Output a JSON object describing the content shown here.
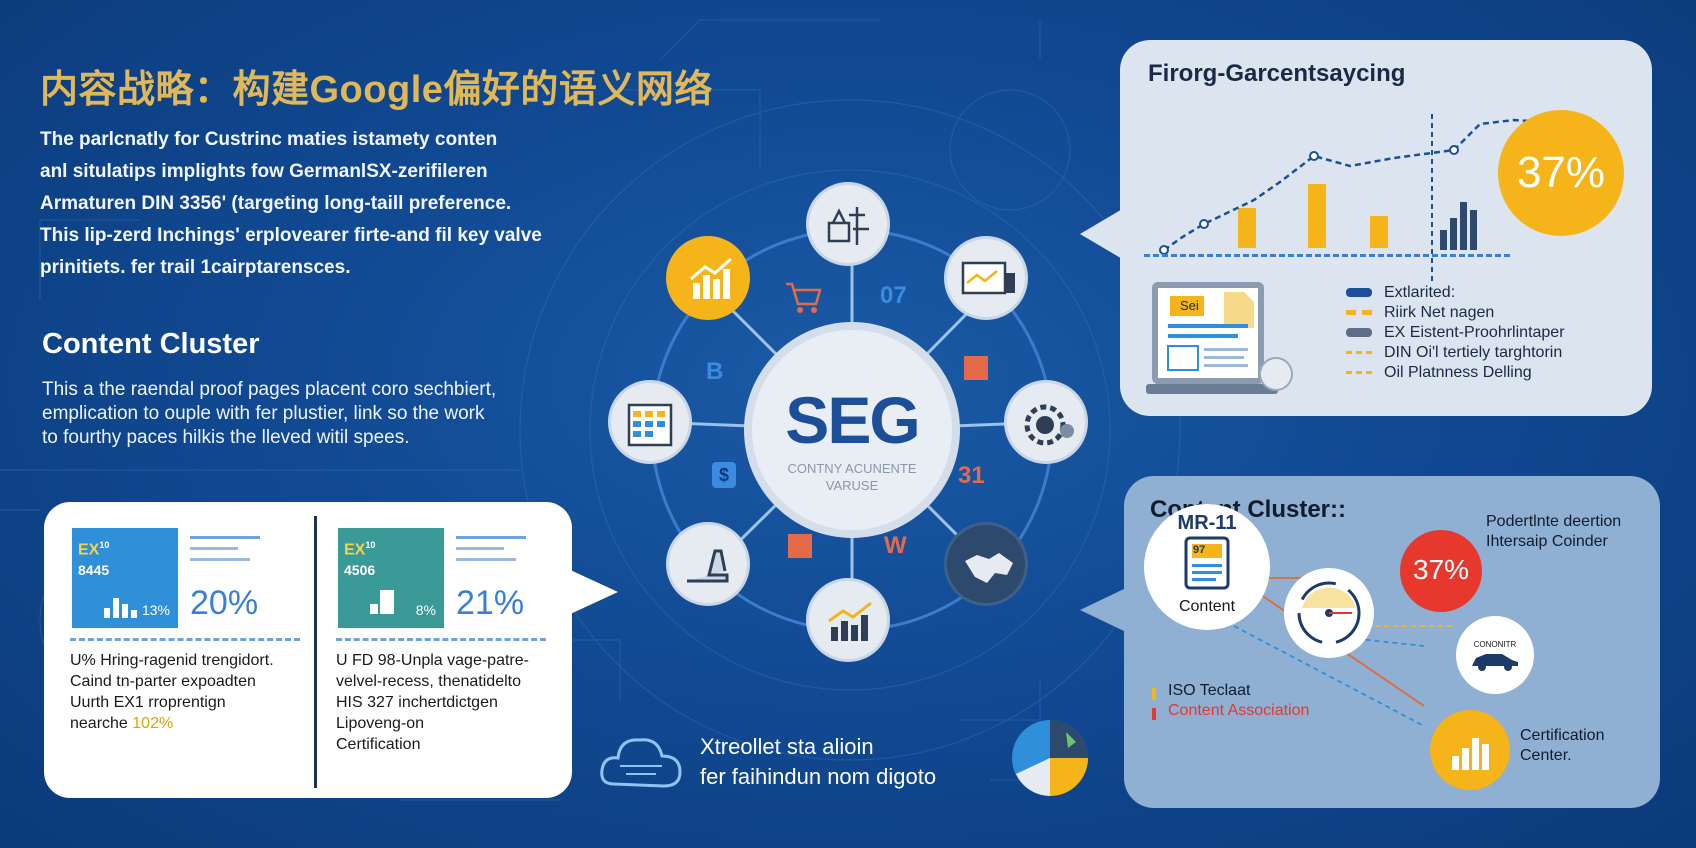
{
  "title": "内容战略：构建Google偏好的语义网络",
  "intro_lines": [
    "The parlcnatly for Custrinc maties istamety conten",
    "anl situlatips implights fow GermanlSX-zerifileren",
    "Armaturen DIN 3356' (targeting long-taill preference.",
    "This lip-zerd Inchings' erplovearer firte-and fil key valve",
    "prinitiets. fer trail 1cairptarensces."
  ],
  "content_cluster": {
    "heading": "Content Cluster",
    "lines": [
      "This a the raendal proof pages placent coro sechbiert,",
      "emplication to ouple with fer plustier, link so the work",
      "to fourthy paces hilkis the lleved witil spees."
    ]
  },
  "card": {
    "left": {
      "code": "EX",
      "code_sup": "10",
      "number": "8445",
      "small_pct": "13%",
      "big_pct": "20%",
      "lines": [
        "U% Hring-ragenid trengidort.",
        "Caind tn-parter expoadten",
        "Uurth EX1 rroprentign",
        "nearche"
      ],
      "highlight": "102%"
    },
    "right": {
      "code": "EX",
      "code_sup": "10",
      "number": "4506",
      "small_pct": "8%",
      "big_pct": "21%",
      "lines": [
        "U FD 98-Unpla vage-patre-",
        "velvel-recess, thenatidelto",
        "HIS 327 inchertdictgen",
        "Lipoveng-on",
        "Certification"
      ]
    }
  },
  "hub": {
    "big": "SEG",
    "small_lines": [
      "CONTNY ACUNENTE",
      "VARUSE"
    ]
  },
  "ring_labels": [
    "07",
    "B",
    "31",
    "W"
  ],
  "ring_icon_labels": [
    "$"
  ],
  "footer": {
    "lines": [
      "Xtreollet sta alioin",
      "fer faihindun nom digoto"
    ]
  },
  "panel_top": {
    "title": "Firorg-Garcentsaycing",
    "percent": "37%",
    "doc_label": "Sei",
    "legend": [
      {
        "label": "Extlarited:",
        "color": "#1c4f98",
        "style": "solid"
      },
      {
        "label": "Riirk Net nagen",
        "color": "#f4b41a",
        "style": "dashed"
      },
      {
        "label": "EX Eistent-Proohrlintaper",
        "color": "#5c6f86",
        "style": "solid"
      },
      {
        "label": "DIN Oi'l tertiely targhtorin",
        "color": "#f4b41a",
        "style": "dashed"
      },
      {
        "label": "Oil Platnness Delling",
        "color": "#f4b41a",
        "style": "dashed"
      }
    ]
  },
  "panel_bottom": {
    "title": "Content Cluster::",
    "doc_title": "MR-11",
    "doc_code": "97",
    "doc_caption": "Content",
    "percent": "37%",
    "percent_caption_lines": [
      "Podertlnte deertion",
      "Ihtersaip Coinder"
    ],
    "car_label": "CONONITR",
    "iso_line1": "ISO Teclaat",
    "iso_line2": "Content Association",
    "cert_lines": [
      "Certification",
      "Center."
    ]
  },
  "colors": {
    "background": "#114a93",
    "title_gold": "#e0b85a",
    "accent_yellow": "#f4b41a",
    "accent_red": "#e6382d",
    "hub_blue": "#1c4f98"
  }
}
